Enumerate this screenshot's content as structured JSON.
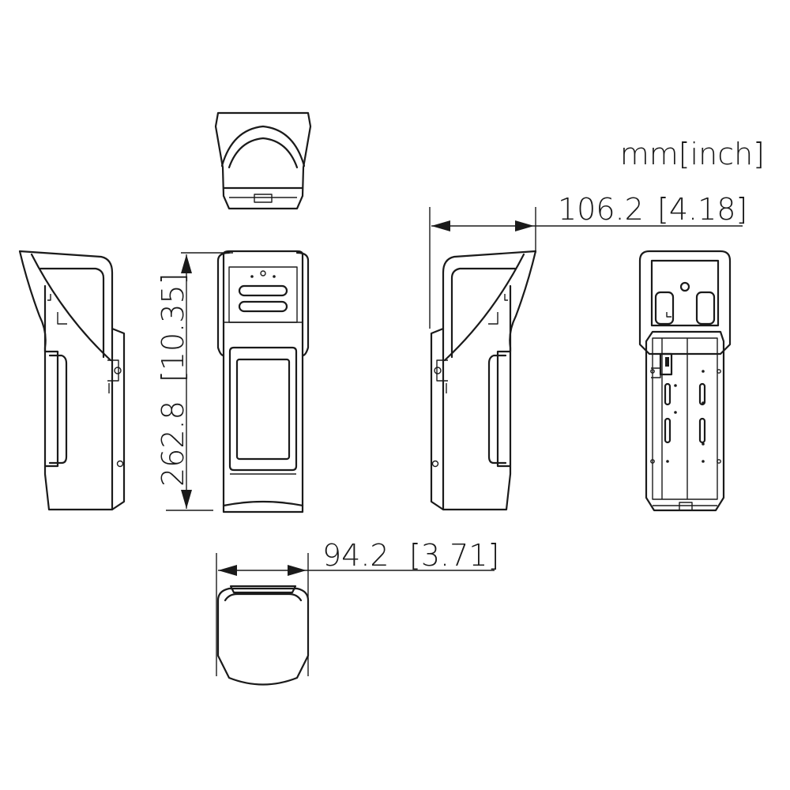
{
  "units_label": "mm[inch]",
  "dimensions": {
    "width_side": {
      "mm": "106.2",
      "inch": "[4.18]"
    },
    "height": {
      "mm": "262.8",
      "inch": "[10.35]"
    },
    "width_front": {
      "mm": "94.2",
      "inch": "[3.71]"
    }
  },
  "views": [
    "top-view",
    "front-view",
    "left-side-view",
    "right-side-view",
    "rear-view",
    "bottom-view"
  ]
}
